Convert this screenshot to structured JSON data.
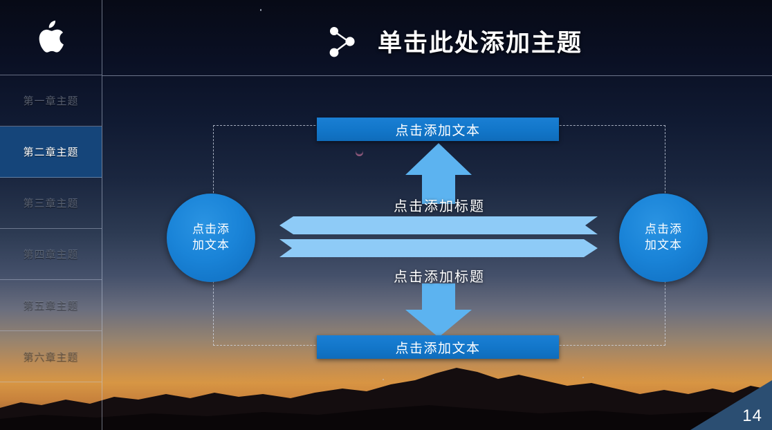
{
  "slide": {
    "page_number": "14",
    "accent_color": "#1276c9",
    "accent_light_color": "#5cb3f0",
    "active_nav_color": "#15457a"
  },
  "sidebar": {
    "logo_icon": "apple-logo-icon",
    "items": [
      {
        "label": "第一章主题",
        "active": false
      },
      {
        "label": "第二章主题",
        "active": true
      },
      {
        "label": "第三章主题",
        "active": false
      },
      {
        "label": "第四章主题",
        "active": false
      },
      {
        "label": "第五章主题",
        "active": false
      },
      {
        "label": "第六章主题",
        "active": false
      }
    ]
  },
  "header": {
    "icon": "share-node-icon",
    "title": "单击此处添加主题"
  },
  "diagram": {
    "top_box": "点击添加文本",
    "bottom_box": "点击添加文本",
    "left_circle_line1": "点击添",
    "left_circle_line2": "加文本",
    "right_circle_line1": "点击添",
    "right_circle_line2": "加文本",
    "middle_label_top": "点击添加标题",
    "middle_label_bottom": "点击添加标题",
    "arrow_up": "arrow-up-icon",
    "arrow_down": "arrow-down-icon",
    "arrow_left": "arrow-left-icon",
    "arrow_right": "arrow-right-icon"
  }
}
